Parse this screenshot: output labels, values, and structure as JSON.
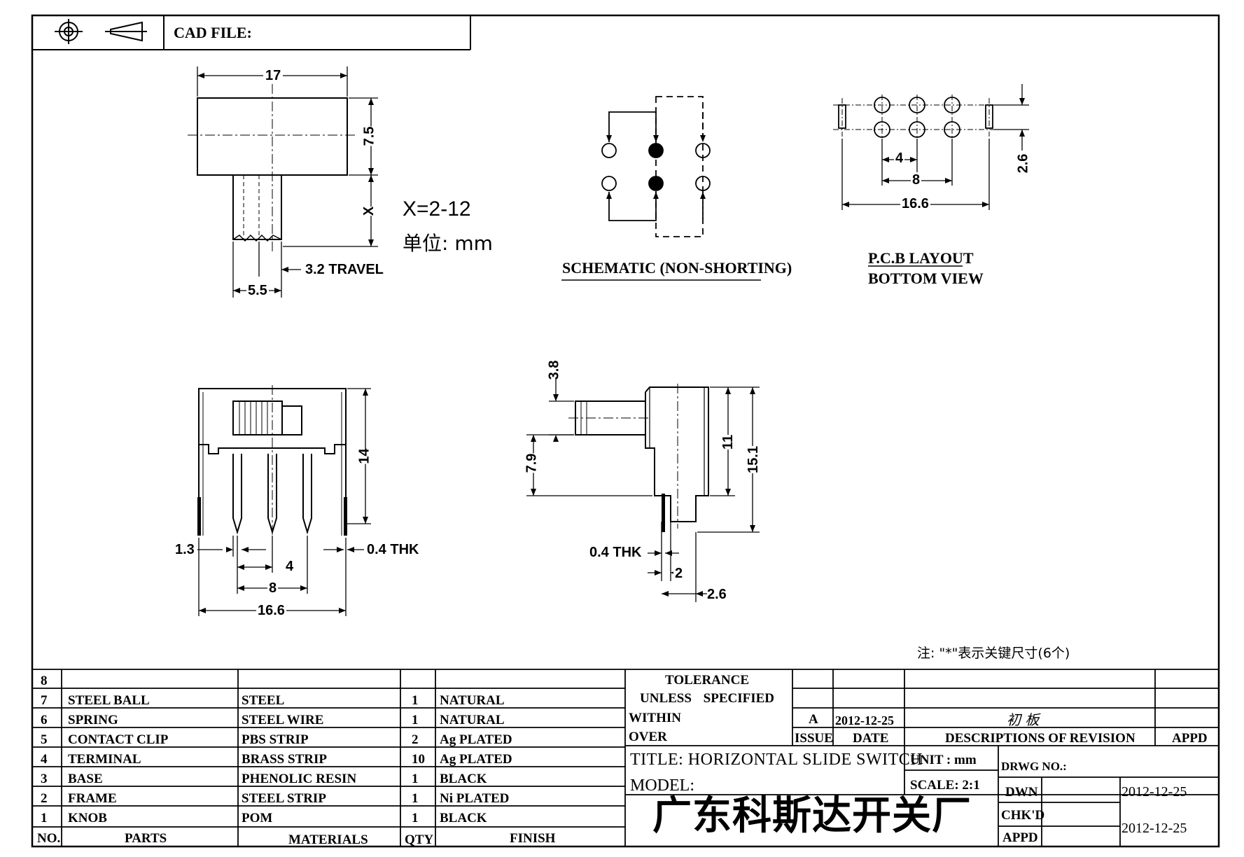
{
  "header": {
    "cad_file_label": "CAD FILE:",
    "projection_icon": "third-angle-projection-icon"
  },
  "side_view": {
    "dim_width": "17",
    "dim_height": "7.5",
    "dim_x": "X",
    "dim_travel": "3.2 TRAVEL",
    "dim_knob": "5.5",
    "x_range": "X=2-12",
    "unit": "单位: mm"
  },
  "schematic": {
    "caption": "SCHEMATIC (NON-SHORTING)"
  },
  "pcb": {
    "dim_pitch": "4",
    "dim_span": "8",
    "dim_total": "16.6",
    "dim_row": "2.6",
    "caption_line1": "P.C.B LAYOUT",
    "caption_line2": "BOTTOM VIEW"
  },
  "front_view": {
    "dim_height": "14",
    "dim_lead": "1.3",
    "dim_pitch": "4",
    "dim_span": "8",
    "dim_total": "16.6",
    "dim_thk": "0.4 THK"
  },
  "end_view": {
    "dim_knob": "3.8",
    "dim_knob_height": "7.9",
    "dim_body": "11",
    "dim_total": "15.1",
    "dim_thk": "0.4 THK",
    "dim_gap": "2",
    "dim_offset": "2.6"
  },
  "note": "注: \"*\"表示关键尺寸(6个)",
  "bom": {
    "headers": {
      "no": "NO.",
      "parts": "PARTS",
      "materials": "MATERIALS",
      "qty": "QTY",
      "finish": "FINISH"
    },
    "rows": [
      {
        "no": "8",
        "part": "",
        "material": "",
        "qty": "",
        "finish": ""
      },
      {
        "no": "7",
        "part": "STEEL BALL",
        "material": "STEEL",
        "qty": "1",
        "finish": "NATURAL"
      },
      {
        "no": "6",
        "part": "SPRING",
        "material": "STEEL WIRE",
        "qty": "1",
        "finish": "NATURAL"
      },
      {
        "no": "5",
        "part": "CONTACT CLIP",
        "material": "PBS STRIP",
        "qty": "2",
        "finish": "Ag PLATED"
      },
      {
        "no": "4",
        "part": "TERMINAL",
        "material": "BRASS STRIP",
        "qty": "10",
        "finish": "Ag PLATED"
      },
      {
        "no": "3",
        "part": "BASE",
        "material": "PHENOLIC RESIN",
        "qty": "1",
        "finish": "BLACK"
      },
      {
        "no": "2",
        "part": "FRAME",
        "material": "STEEL STRIP",
        "qty": "1",
        "finish": "Ni PLATED"
      },
      {
        "no": "1",
        "part": "KNOB",
        "material": "POM",
        "qty": "1",
        "finish": "BLACK"
      }
    ]
  },
  "title_block": {
    "tolerance_line1": "TOLERANCE",
    "tolerance_line2": "UNLESS SPECIFIED",
    "within": "WITHIN",
    "over": "OVER",
    "rev_letter": "A",
    "rev_date": "2012-12-25",
    "rev_desc": "初 板",
    "issue": "ISSUE",
    "date": "DATE",
    "descriptions": "DESCRIPTIONS OF REVISION",
    "appd": "APPD",
    "title": "TITLE: HORIZONTAL SLIDE SWITCH",
    "unit": "UNIT : mm",
    "drwg_no": "DRWG NO.:",
    "model": "MODEL:",
    "scale": "SCALE: 2:1",
    "dwn": "DWN",
    "dwn_date": "2012-12-25",
    "chkd": "CHK'D",
    "chk_date": "2012-12-25",
    "appd2": "APPD",
    "company": "广东科斯达开关厂"
  }
}
